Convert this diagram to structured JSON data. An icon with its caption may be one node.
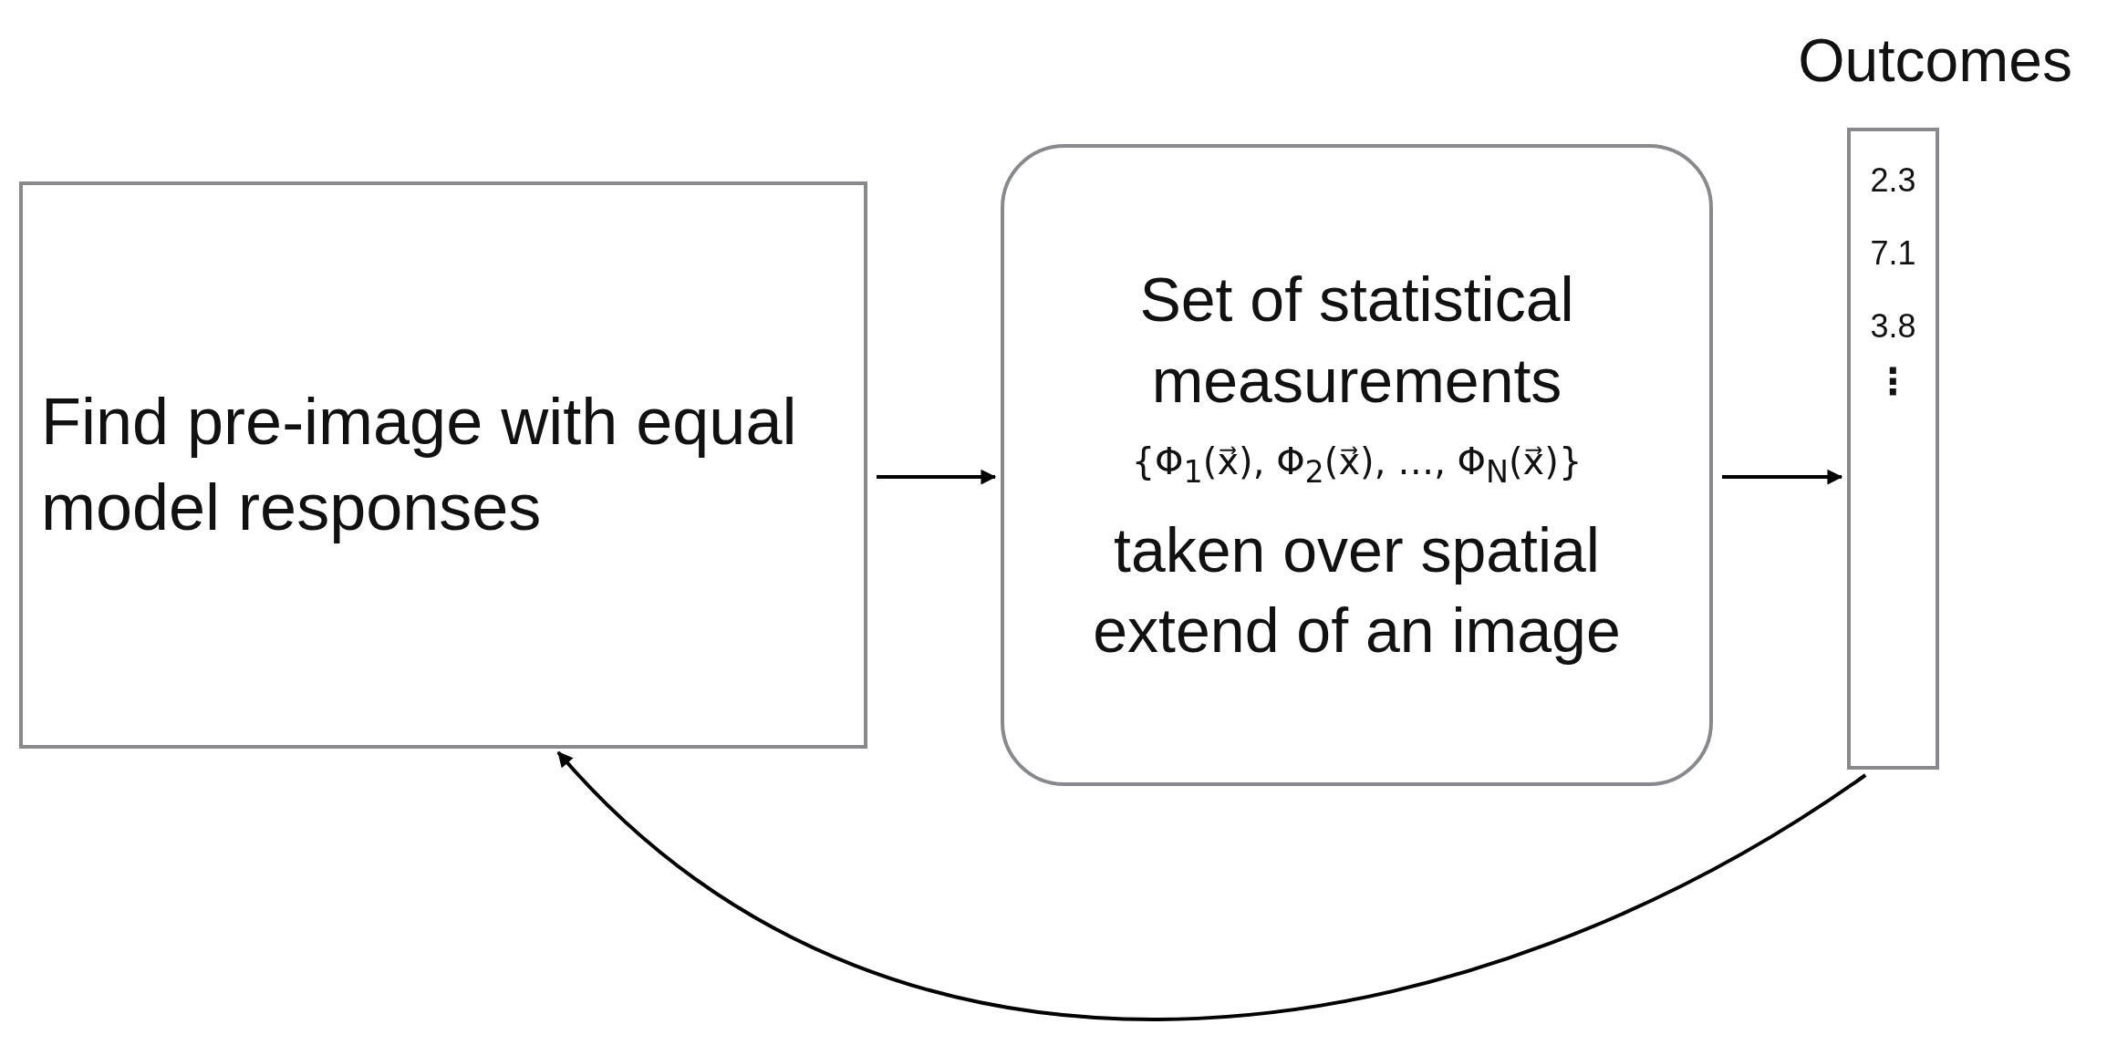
{
  "diagram": {
    "nodes": [
      {
        "text": [
          "Find pre-image with equal model responses"
        ]
      },
      {
        "text": [
          "Set of statistical measurements",
          "{Φ$_{1}$(x⃗), Φ$_{2}$(x⃗), …, Φ$_{N}$(x⃗)}",
          "taken over spatial extend of an image"
        ]
      },
      {
        "text": [
          "Outcomes",
          "2.3",
          "7.1",
          "3.8",
          "⋮"
        ]
      }
    ],
    "edges": [
      {
        "from": 0,
        "to": 1,
        "arrow": "to"
      },
      {
        "from": 1,
        "to": 2,
        "arrow": "to"
      },
      {
        "from": 2,
        "to": 0,
        "arrow": "to"
      }
    ]
  }
}
